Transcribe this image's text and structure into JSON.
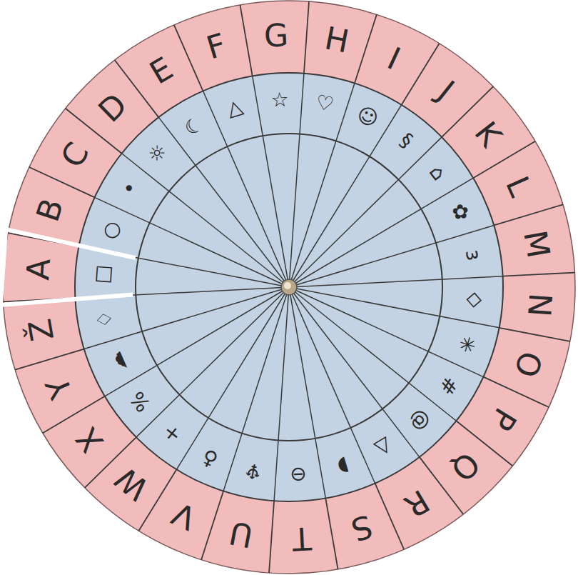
{
  "diagram": {
    "labels": [
      "A",
      "B",
      "C",
      "D",
      "E",
      "F",
      "G",
      "H",
      "I",
      "J",
      "K",
      "L",
      "M",
      "N",
      "O",
      "P",
      "Q",
      "R",
      "S",
      "T",
      "U",
      "V",
      "W",
      "X",
      "Y",
      "Ž",
      "□",
      "○",
      "•",
      "☼",
      "☾",
      "△",
      "☆",
      "♡",
      "☺",
      "§",
      "⌂",
      "✿",
      "ɜ",
      "◇",
      "✳",
      "#",
      "@",
      "△",
      "◗",
      "⊖",
      "♆",
      "♁",
      "+",
      "%",
      "☁",
      "♢"
    ]
  }
}
